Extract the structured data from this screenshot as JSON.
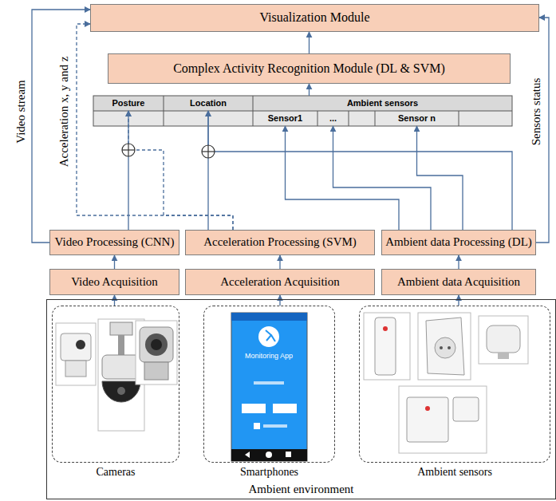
{
  "diagram": {
    "nodes": [
      {
        "text": [
          "Visualization Module"
        ]
      },
      {
        "text": [
          "Complex Activity Recognition Module (DL & SVM)"
        ]
      },
      {
        "text": [
          "Posture"
        ]
      },
      {
        "text": [
          "Location"
        ]
      },
      {
        "text": [
          "Ambient sensors"
        ]
      },
      {
        "text": [
          "Sensor1"
        ]
      },
      {
        "text": [
          "..."
        ]
      },
      {
        "text": [
          "Sensor n"
        ]
      },
      {
        "text": [
          "Video Processing (CNN)"
        ]
      },
      {
        "text": [
          "Acceleration Processing (SVM)"
        ]
      },
      {
        "text": [
          "Ambient data Processing (DL)"
        ]
      },
      {
        "text": [
          "Video Acquisition"
        ]
      },
      {
        "text": [
          "Acceleration Acquisition"
        ]
      },
      {
        "text": [
          "Ambient data Acquisition"
        ]
      },
      {
        "text": [
          "Ambient environment"
        ]
      },
      {
        "text": [
          "Cameras"
        ],
        "in": 14
      },
      {
        "text": [
          "Smartphones"
        ],
        "in": 14
      },
      {
        "text": [
          "Ambient sensors"
        ],
        "in": 14
      }
    ],
    "edges": [
      {
        "from": 1,
        "to": 0,
        "arrow": "to"
      },
      {
        "from": 4,
        "to": 1,
        "arrow": "to"
      },
      {
        "from": 8,
        "to": 0,
        "label": "Video stream",
        "arrow": "to"
      },
      {
        "from": 9,
        "to": 0,
        "label": "Acceleration x, y and z",
        "arrow": "to"
      },
      {
        "from": 10,
        "to": 0,
        "label": "Sensors status",
        "arrow": "to"
      },
      {
        "from": 8,
        "to": 2,
        "arrow": "to"
      },
      {
        "from": 9,
        "to": 2,
        "arrow": "to"
      },
      {
        "from": 9,
        "to": 3,
        "arrow": "to"
      },
      {
        "from": 10,
        "to": 3,
        "arrow": "to"
      },
      {
        "from": 10,
        "to": 5,
        "arrow": "to"
      },
      {
        "from": 10,
        "to": 6,
        "arrow": "to"
      },
      {
        "from": 10,
        "to": 7,
        "arrow": "to"
      },
      {
        "from": 11,
        "to": 8,
        "arrow": "to"
      },
      {
        "from": 12,
        "to": 9,
        "arrow": "to"
      },
      {
        "from": 13,
        "to": 10,
        "arrow": "to"
      },
      {
        "from": 15,
        "to": 11,
        "arrow": "to"
      },
      {
        "from": 16,
        "to": 12,
        "arrow": "to"
      },
      {
        "from": 17,
        "to": 13,
        "arrow": "to"
      }
    ],
    "labels": [
      "Monitoring App"
    ]
  }
}
